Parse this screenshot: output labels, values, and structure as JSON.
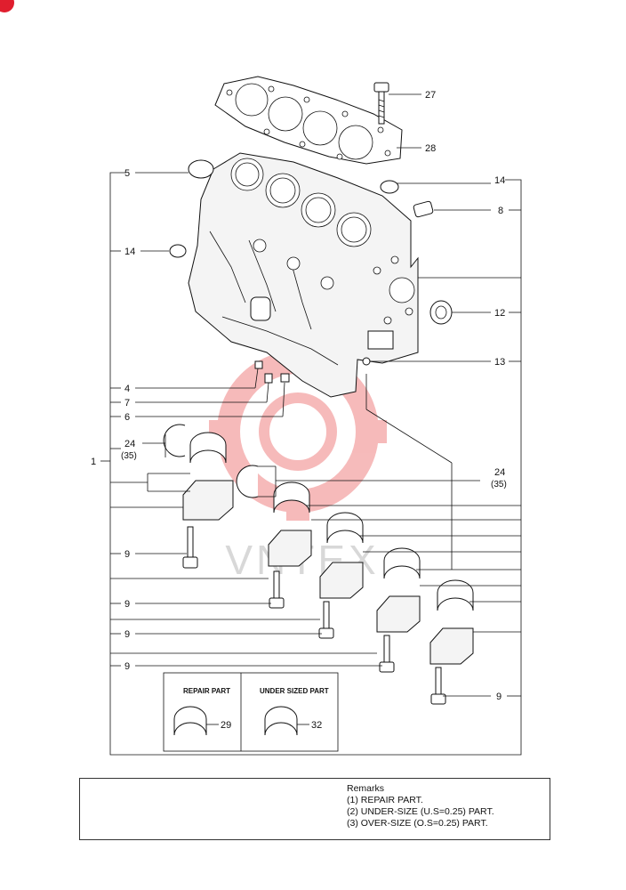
{
  "watermark": {
    "text": "VNTEX",
    "color": "#e63b3b"
  },
  "callouts": {
    "c27": "27",
    "c28": "28",
    "c5": "5",
    "c14_top": "14",
    "c14_left": "14",
    "c8": "8",
    "c12": "12",
    "c13": "13",
    "c4": "4",
    "c7": "7",
    "c6": "6",
    "c1": "1",
    "c24_left": "24",
    "c35_left": "(35)",
    "c24_right": "24",
    "c35_right": "(35)",
    "c9_a": "9",
    "c9_b": "9",
    "c9_c": "9",
    "c9_d": "9",
    "c9_e": "9",
    "c29": "29",
    "c32": "32"
  },
  "inset_boxes": {
    "repair_title": "REPAIR PART",
    "undersize_title": "UNDER SIZED PART"
  },
  "remarks": {
    "title": "Remarks",
    "lines": [
      "(1) REPAIR PART.",
      "(2) UNDER-SIZE (U.S=0.25) PART.",
      "(3) OVER-SIZE (O.S=0.25) PART."
    ]
  },
  "colors": {
    "line": "#111111",
    "badge": "#e01e2e",
    "watermark": "#e63b3b"
  }
}
